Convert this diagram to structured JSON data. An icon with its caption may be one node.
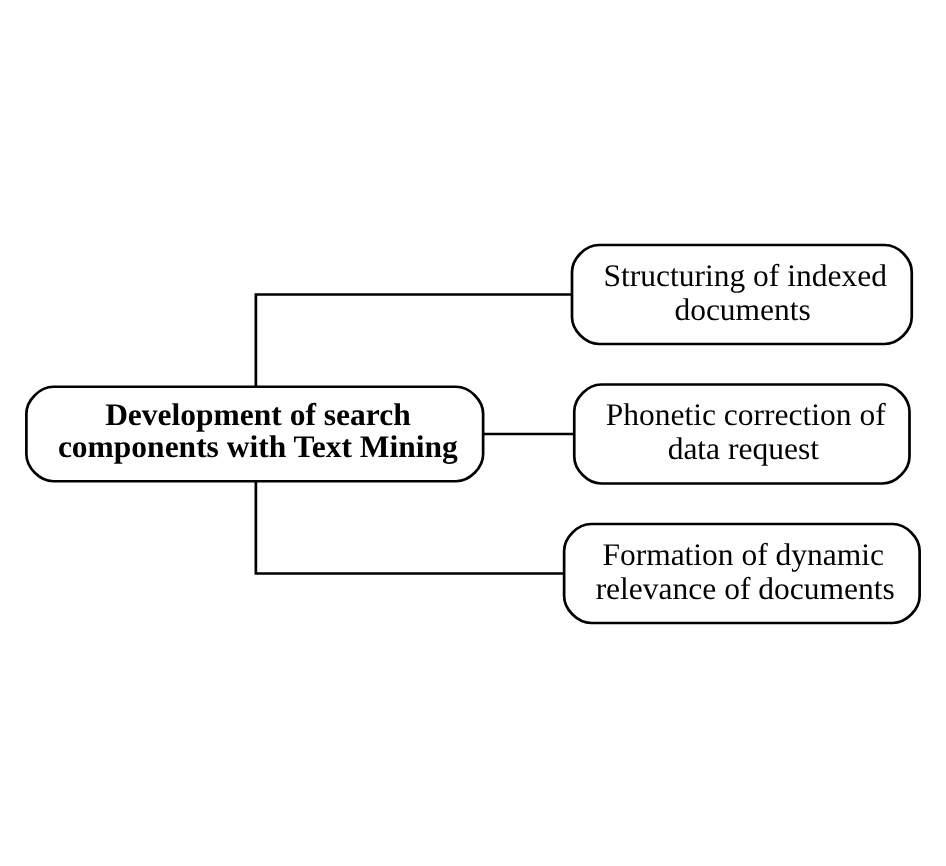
{
  "diagram": {
    "nodes": [
      {
        "text": [
          "Development of search components with Text Mining"
        ]
      },
      {
        "text": [
          "Structuring of indexed documents"
        ]
      },
      {
        "text": [
          "Phonetic correction of data request"
        ]
      },
      {
        "text": [
          "Formation of dynamic relevance of documents"
        ]
      }
    ],
    "edges": [
      {
        "from": 0,
        "to": 1,
        "arrow": "none"
      },
      {
        "from": 0,
        "to": 2,
        "arrow": "none"
      },
      {
        "from": 0,
        "to": 3,
        "arrow": "none"
      }
    ]
  }
}
